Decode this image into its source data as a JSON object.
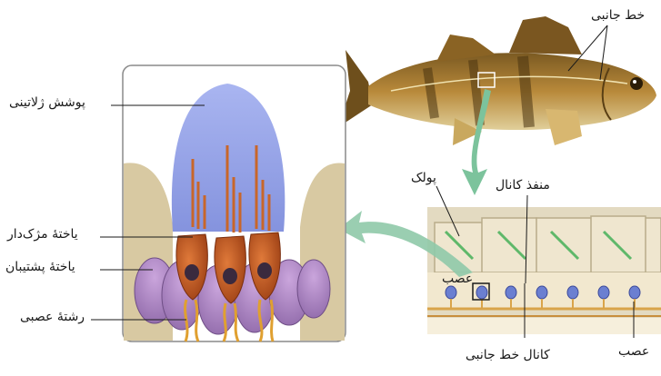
{
  "labels": {
    "lateral_line_top": "خط جانبی",
    "gelatinous_cover": "پوشش ژلاتینی",
    "hair_cell": "یاختهٔ مژک‌دار",
    "supporting_cell": "یاختهٔ پشتیبان",
    "nerve_fiber": "رشتهٔ عصبی",
    "scale": "پولک",
    "canal_opening": "منفذ کانال",
    "nerve_left": "عصب",
    "lateral_line_canal": "کانال خط جانبی",
    "nerve_right": "عصب"
  },
  "colors": {
    "gel": "#8f9ee6",
    "hair_cell": "#c0531f",
    "supporting_cell": "#b58bc9",
    "scale": "#efe6cf",
    "arrow": "#8fc9a8",
    "fish_body": "#a47a2e",
    "nerve_line": "#d9a44a"
  }
}
